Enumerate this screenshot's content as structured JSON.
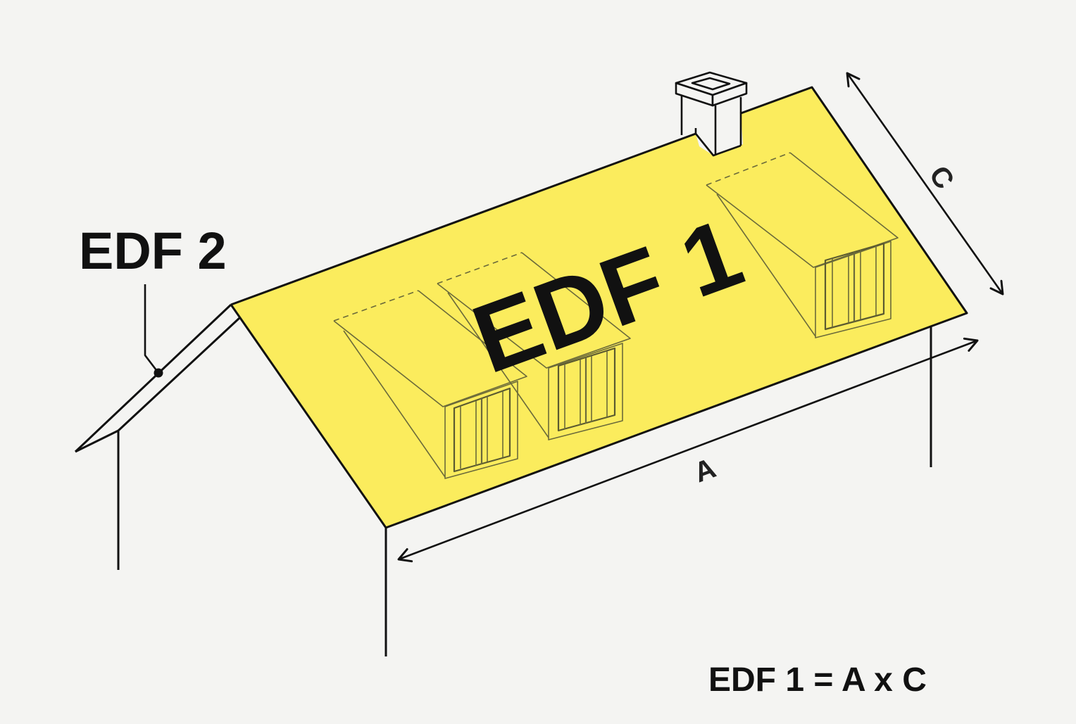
{
  "labels": {
    "edf1": "EDF 1",
    "edf2": "EDF 2",
    "dim_a": "A",
    "dim_c": "C",
    "formula": "EDF 1 = A x C"
  },
  "colors": {
    "highlight": "#fbec5d",
    "line": "#111111",
    "background": "#f4f4f2"
  }
}
